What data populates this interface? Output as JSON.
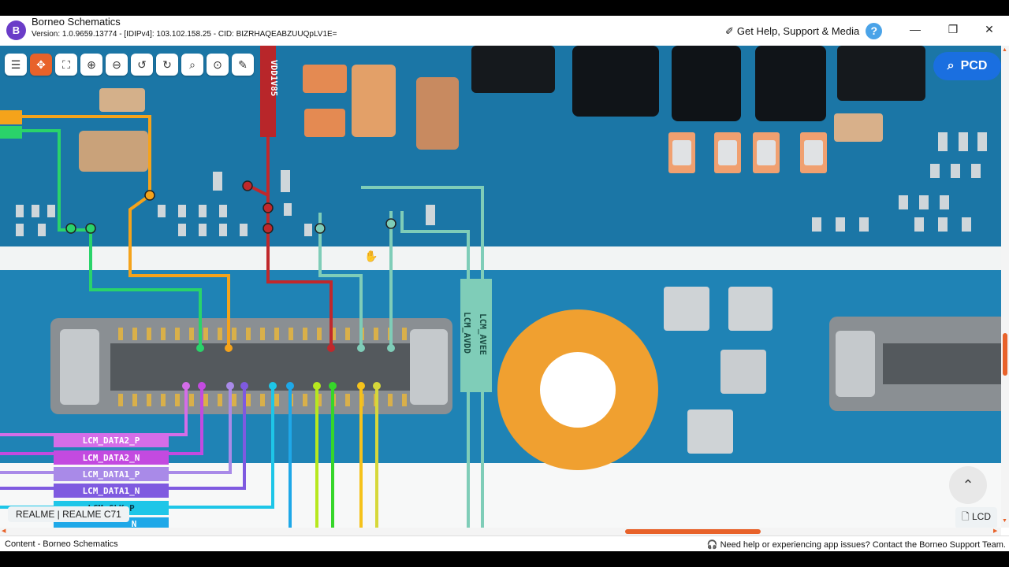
{
  "window": {
    "title": "Borneo Schematics",
    "version": "Version: 1.0.9659.13774 - [IDIPv4]: 103.102.158.25 - CID: BIZRHAQEABZUUQpLV1E=",
    "help_link": "Get Help, Support & Media",
    "help_badge": "?",
    "logo_letter": "B",
    "minimize": "—",
    "restore": "❐",
    "close": "✕"
  },
  "toolbar": {
    "icons": [
      "list-icon",
      "center-icon",
      "fit-screen-icon",
      "zoom-in-icon",
      "zoom-out-icon",
      "rotate-left-icon",
      "rotate-right-icon",
      "search-icon",
      "pin-icon",
      "magic-pen-icon"
    ],
    "glyphs": [
      "☰",
      "✥",
      "⛶",
      "⊕",
      "⊖",
      "↺",
      "↻",
      "⌕",
      "⊙",
      "✎"
    ]
  },
  "pcd_button": {
    "label": "PCD",
    "glyph": "⌕"
  },
  "scroll_up_glyph": "⌃",
  "board_label": "REALME | REALME C71",
  "lcd_label": "LCD",
  "lcd_glyph": "🗋",
  "net_labels": {
    "vdd": "VDD1V85",
    "avdd": "LCM_AVDD",
    "avee": "LCM_AVEE",
    "data2p": "LCM_DATA2_P",
    "data2n": "LCM_DATA2_N",
    "data1p": "LCM_DATA1_P",
    "data1n": "LCM_DATA1_N",
    "clkp": "LCM_CLK_P",
    "clkn": "N"
  },
  "colors": {
    "accent": "#e8622a",
    "board": "#1f83b5",
    "pcd": "#1a6fe0"
  },
  "status": {
    "left": "Content - Borneo Schematics",
    "right": "Need help or experiencing app issues? Contact the Borneo Support Team.",
    "right_glyph": "🎧"
  }
}
